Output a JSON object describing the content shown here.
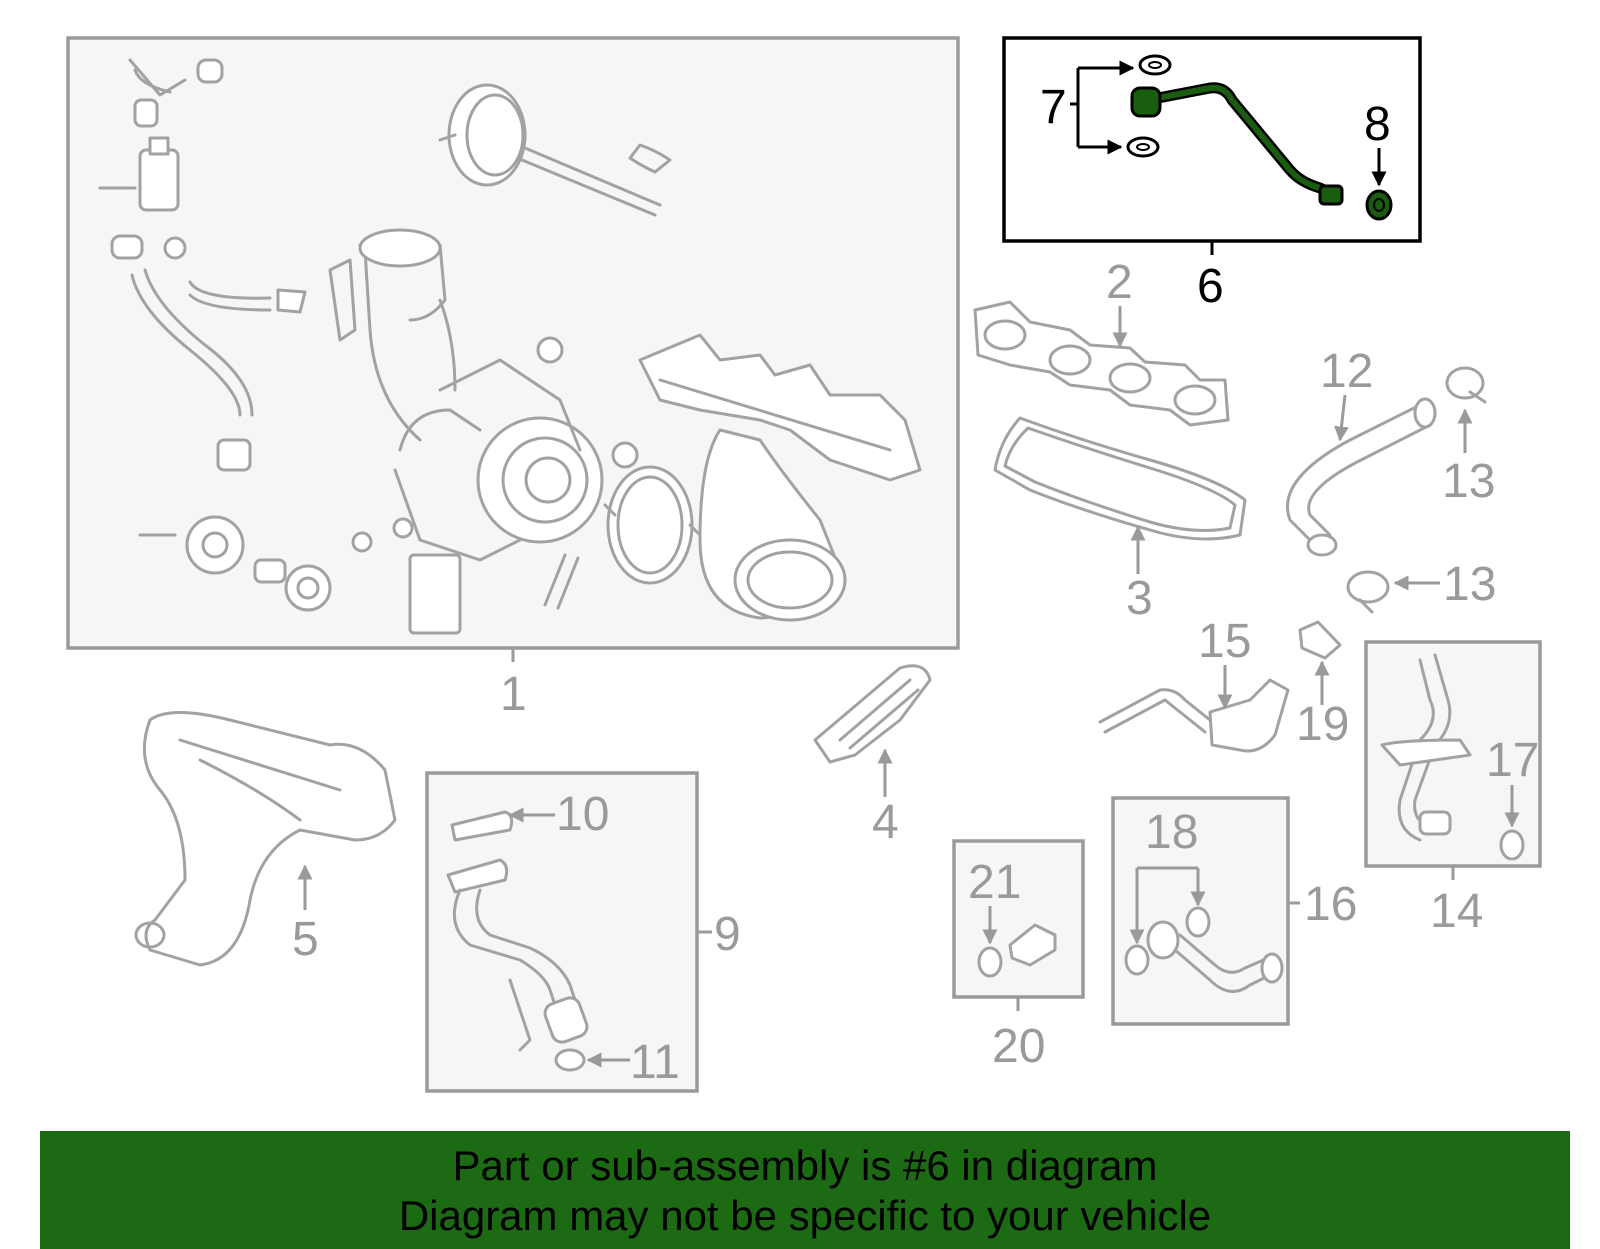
{
  "callouts": {
    "n1": "1",
    "n2": "2",
    "n3": "3",
    "n4": "4",
    "n5": "5",
    "n6": "6",
    "n7": "7",
    "n8": "8",
    "n9": "9",
    "n10": "10",
    "n11": "11",
    "n12": "12",
    "n13a": "13",
    "n13b": "13",
    "n14": "14",
    "n15": "15",
    "n16": "16",
    "n17": "17",
    "n18": "18",
    "n19": "19",
    "n20": "20",
    "n21": "21"
  },
  "highlight": {
    "part_number": "6",
    "color": "#1a5c10",
    "banner_color": "#1c6b14"
  },
  "banner": {
    "line1": "Part or sub-assembly is #6 in diagram",
    "line2": "Diagram may not be specific to your vehicle"
  }
}
